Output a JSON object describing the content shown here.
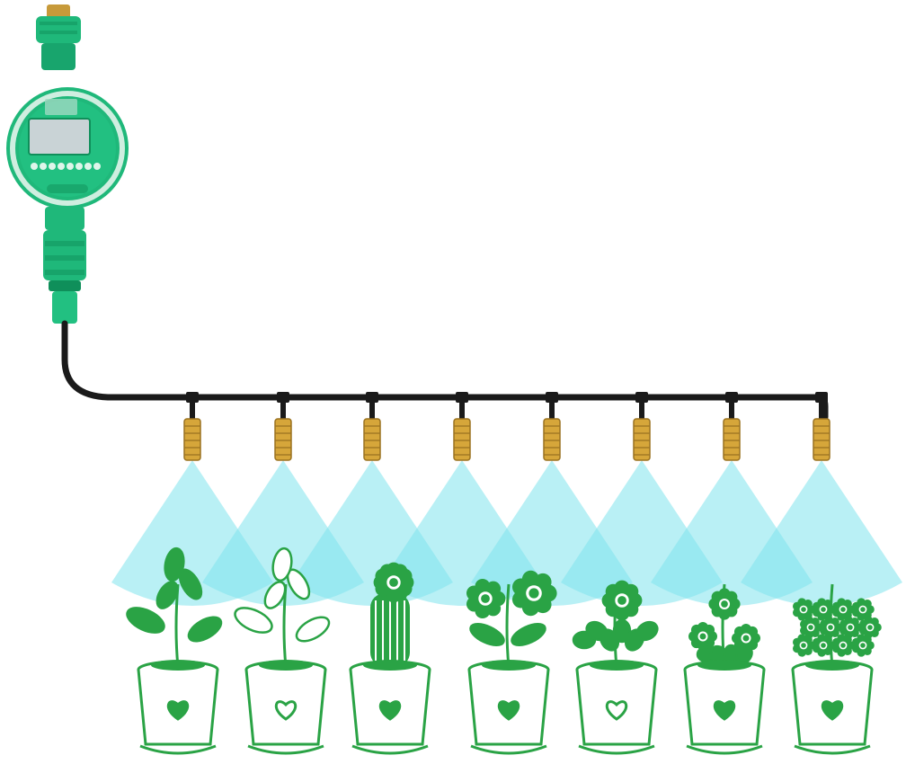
{
  "scene": {
    "subject": "hose-timer-misting-kit",
    "colors": {
      "background": "#ffffff",
      "timer_green": "#1fb87a",
      "timer_dark_green": "#0f8f5a",
      "timer_light": "#cfeee0",
      "lcd": "#c9d3d6",
      "tube": "#1a1a1a",
      "brass": "#d6a63a",
      "brass_dark": "#9a7220",
      "spray": "#7fe3ec",
      "plant_green": "#2aa345",
      "pot_outline": "#2aa345"
    },
    "nozzle_count": 8,
    "pots": [
      {
        "plant": "leafy-sprout",
        "heart": "filled"
      },
      {
        "plant": "outlined-sprout",
        "heart": "outline"
      },
      {
        "plant": "cactus-flower",
        "heart": "filled"
      },
      {
        "plant": "big-flower",
        "heart": "filled"
      },
      {
        "plant": "flower-bush",
        "heart": "outline"
      },
      {
        "plant": "daisy-bush",
        "heart": "filled"
      },
      {
        "plant": "dense-bush",
        "heart": "filled"
      }
    ]
  }
}
